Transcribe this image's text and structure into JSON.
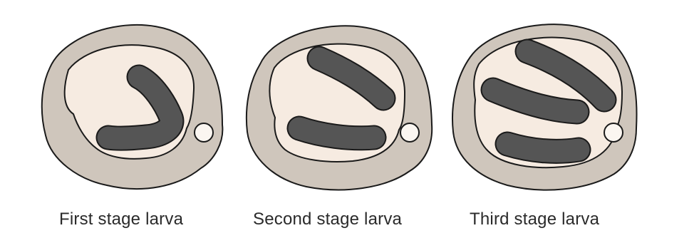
{
  "captions": {
    "first": "First stage larva",
    "second": "Second stage larva",
    "third": "Third stage larva"
  },
  "colors": {
    "outline": "#1a1a1a",
    "cyst_wall": "#cfc6bc",
    "cyst_inner": "#f6ebe1",
    "larva": "#555555",
    "nucleus": "#fbf6f1"
  },
  "stages": [
    {
      "name": "first",
      "larva_count": 1
    },
    {
      "name": "second",
      "larva_count": 2
    },
    {
      "name": "third",
      "larva_count": 3
    }
  ]
}
